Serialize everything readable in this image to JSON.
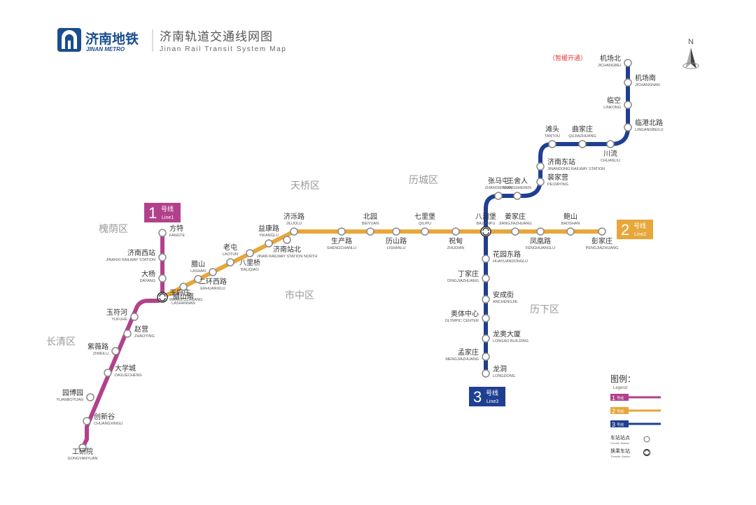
{
  "header": {
    "logo_cn": "济南地铁",
    "logo_en": "JINAN METRO",
    "title_cn": "济南轨道交通线网图",
    "title_en": "Jinan Rail Transit System Map",
    "north": "N"
  },
  "colors": {
    "line1": "#b2418d",
    "line2": "#e7a73a",
    "line3": "#1f3f91",
    "note": "#e23a3a",
    "district": "#9a9a9a",
    "brand": "#1a4d8f"
  },
  "districts": [
    {
      "name": "槐荫区"
    },
    {
      "name": "天桥区"
    },
    {
      "name": "历城区"
    },
    {
      "name": "市中区"
    },
    {
      "name": "长清区"
    },
    {
      "name": "历下区"
    }
  ],
  "lines": {
    "line1": {
      "badge_num": "1",
      "badge_cn": "号线",
      "badge_en": "Line1"
    },
    "line2": {
      "badge_num": "2",
      "badge_cn": "号线",
      "badge_en": "Line2"
    },
    "line3": {
      "badge_num": "3",
      "badge_cn": "号线",
      "badge_en": "Line3"
    }
  },
  "stations": [
    {
      "cn": "方特",
      "en": "FANGTE"
    },
    {
      "cn": "济南西站",
      "en": "JINANXI RAILWAY STATION"
    },
    {
      "cn": "大杨",
      "en": "DAYANG"
    },
    {
      "cn": "王府庄",
      "en": "WANGFUZHUANG"
    },
    {
      "cn": "玉符河",
      "en": "YUFUHE"
    },
    {
      "cn": "赵营",
      "en": "ZHAOYING"
    },
    {
      "cn": "紫薇路",
      "en": "ZIWEILU"
    },
    {
      "cn": "大学城",
      "en": "DAXUECHENG"
    },
    {
      "cn": "园博园",
      "en": "YUANBOYUAN"
    },
    {
      "cn": "创新谷",
      "en": "CHUANGXINGU"
    },
    {
      "cn": "工研院",
      "en": "GONGYANYUAN"
    },
    {
      "cn": "腊山南",
      "en": "LASHANNAN"
    },
    {
      "cn": "腊山",
      "en": "LASHAN"
    },
    {
      "cn": "二环西路",
      "en": "ERHUANXILU"
    },
    {
      "cn": "老屯",
      "en": "LAOTUN"
    },
    {
      "cn": "八里桥",
      "en": "BALIQIAO"
    },
    {
      "cn": "益康路",
      "en": "YIKANGLU"
    },
    {
      "cn": "济南站北",
      "en": "JINAN RAILWAY STATION NORTH"
    },
    {
      "cn": "济泺路",
      "en": "JILUOLU"
    },
    {
      "cn": "生产路",
      "en": "SHENGCHANLU"
    },
    {
      "cn": "北园",
      "en": "BEIYUAN"
    },
    {
      "cn": "历山路",
      "en": "LISHANLU"
    },
    {
      "cn": "七里堡",
      "en": "QILIPU"
    },
    {
      "cn": "祝甸",
      "en": "ZHUDIAN"
    },
    {
      "cn": "八涧堡",
      "en": "BAJIANPU"
    },
    {
      "cn": "姜家庄",
      "en": "JIANGJIAZHUANG"
    },
    {
      "cn": "凤凰路",
      "en": "FENGHUANGLU"
    },
    {
      "cn": "鲍山",
      "en": "BAOSHAN"
    },
    {
      "cn": "彭家庄",
      "en": "PENGJIAZHUANG"
    },
    {
      "cn": "机场北",
      "en": "JICHANGBEI"
    },
    {
      "cn": "机场南",
      "en": "JICHANGNAN"
    },
    {
      "cn": "临空",
      "en": "LINKONG"
    },
    {
      "cn": "临港北路",
      "en": "LINGANGBEILU"
    },
    {
      "cn": "川流",
      "en": "CHUANLIU"
    },
    {
      "cn": "滩头",
      "en": "TANTOU"
    },
    {
      "cn": "曲家庄",
      "en": "QUJIAZHUANG"
    },
    {
      "cn": "济南东站",
      "en": "JINANDONG RAILWAY STATION"
    },
    {
      "cn": "裴家营",
      "en": "PEIJIAYING"
    },
    {
      "cn": "王舍人",
      "en": "WANGSHEREN"
    },
    {
      "cn": "张马屯",
      "en": "ZHANGMATUN"
    },
    {
      "cn": "花园东路",
      "en": "HUAYUANDONGLU"
    },
    {
      "cn": "丁家庄",
      "en": "DINGJIAZHUANG"
    },
    {
      "cn": "安成街",
      "en": "ANCHENGJIE"
    },
    {
      "cn": "奥体中心",
      "en": "OLYMPIC CENTER"
    },
    {
      "cn": "龙奥大厦",
      "en": "LONGAO BUILDING"
    },
    {
      "cn": "孟家庄",
      "en": "MENGJIAZHUANG"
    },
    {
      "cn": "龙洞",
      "en": "LONGDONG"
    }
  ],
  "note": "（暂缓开通）",
  "legend": {
    "title_cn": "图例：",
    "title_en": "Legend",
    "items": [
      {
        "num": "1",
        "cn": "号线"
      },
      {
        "num": "2",
        "cn": "号线"
      },
      {
        "num": "3",
        "cn": "号线"
      }
    ],
    "station_cn": "车站站点",
    "station_en": "Current Station",
    "transfer_cn": "换乘车站",
    "transfer_en": "Transfer Station"
  }
}
